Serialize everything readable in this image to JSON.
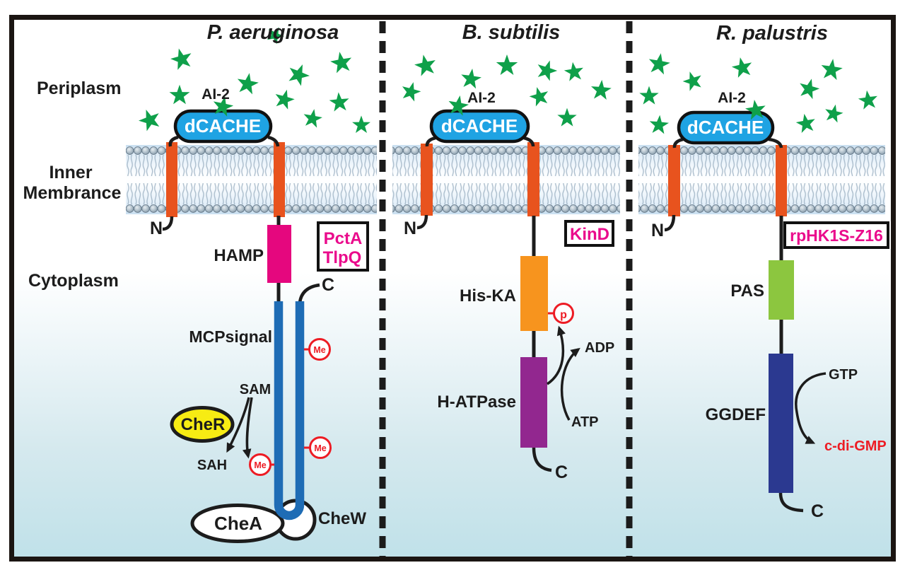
{
  "figure_type": "membrane receptor signaling diagram",
  "compartments": {
    "periplasm": "Periplasm",
    "inner1": "Inner",
    "inner2": "Membrance",
    "cytoplasm": "Cytoplasm"
  },
  "panels": [
    {
      "title": "P. aeruginosa",
      "ligand": "AI-2",
      "sensor": "dCACHE",
      "n": "N",
      "c": "C",
      "receptor_box": [
        "PctA",
        "TlpQ"
      ],
      "hamp": "HAMP",
      "mcp": "MCPsignal",
      "me": "Me",
      "sam": "SAM",
      "sah": "SAH",
      "cher": "CheR",
      "chea": "CheA",
      "chew": "CheW"
    },
    {
      "title": "B. subtilis",
      "ligand": "AI-2",
      "sensor": "dCACHE",
      "n": "N",
      "c": "C",
      "receptor_box": [
        "KinD"
      ],
      "hiska": "His-KA",
      "hatpase": "H-ATPase",
      "p": "p",
      "adp": "ADP",
      "atp": "ATP"
    },
    {
      "title": "R. palustris",
      "ligand": "AI-2",
      "sensor": "dCACHE",
      "n": "N",
      "c": "C",
      "receptor_box": [
        "rpHK1S-Z16"
      ],
      "pas": "PAS",
      "ggdef": "GGDEF",
      "gtp": "GTP",
      "cdigmp": "c-di-GMP"
    }
  ],
  "colors": {
    "star_green": "#0FA04A",
    "dcache_blue": "#1FA3E3",
    "tm_orange": "#E8531E",
    "hamp_magenta": "#E5077E",
    "accent_magenta": "#EA0B8C",
    "mcp_blue": "#1E6CB5",
    "cher_yellow": "#F7EC13",
    "hiska_orange": "#F7941E",
    "hatpase_purple": "#92278F",
    "pas_green": "#8CC63F",
    "ggdef_navy": "#2B3990",
    "signal_red": "#ED1C24"
  }
}
